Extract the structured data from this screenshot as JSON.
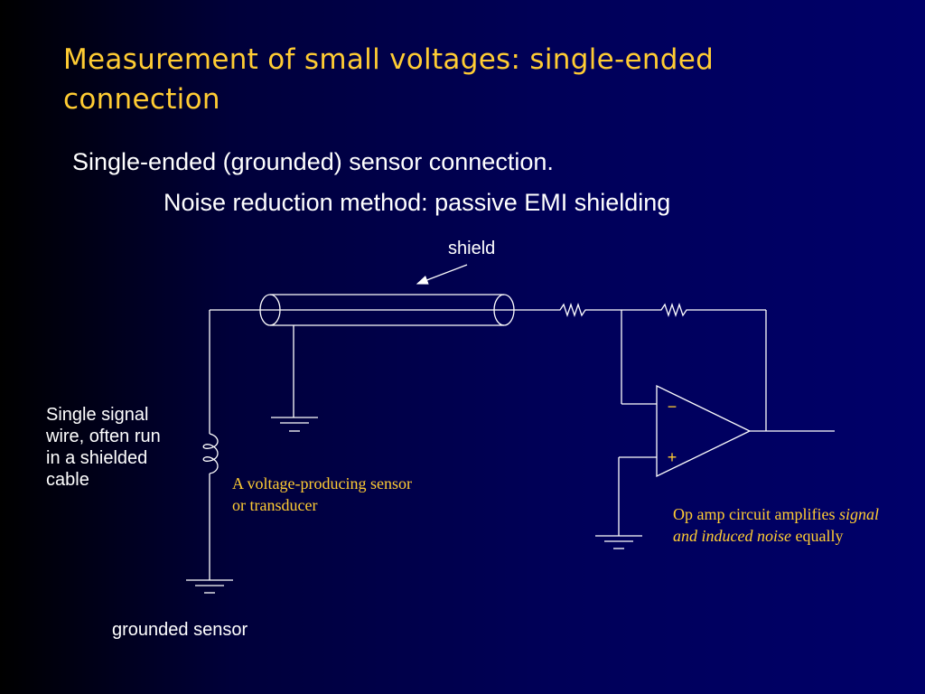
{
  "slide": {
    "title": "Measurement of small voltages: single-ended connection",
    "subtitle": "Single-ended (grounded) sensor connection.",
    "subtitle2": "Noise reduction method: passive EMI shielding"
  },
  "diagram": {
    "shield_label": "shield",
    "wire_label": "Single signal wire, often run in a shielded cable",
    "sensor_label": "A voltage-producing sensor or transducer",
    "grounded_label": "grounded sensor",
    "opamp_label": {
      "part1": "Op amp circuit amplifies ",
      "italic": "signal and induced noise",
      "part2": " equally"
    },
    "minus_sign": "−",
    "plus_sign": "+",
    "line_color": "#ffffff"
  }
}
